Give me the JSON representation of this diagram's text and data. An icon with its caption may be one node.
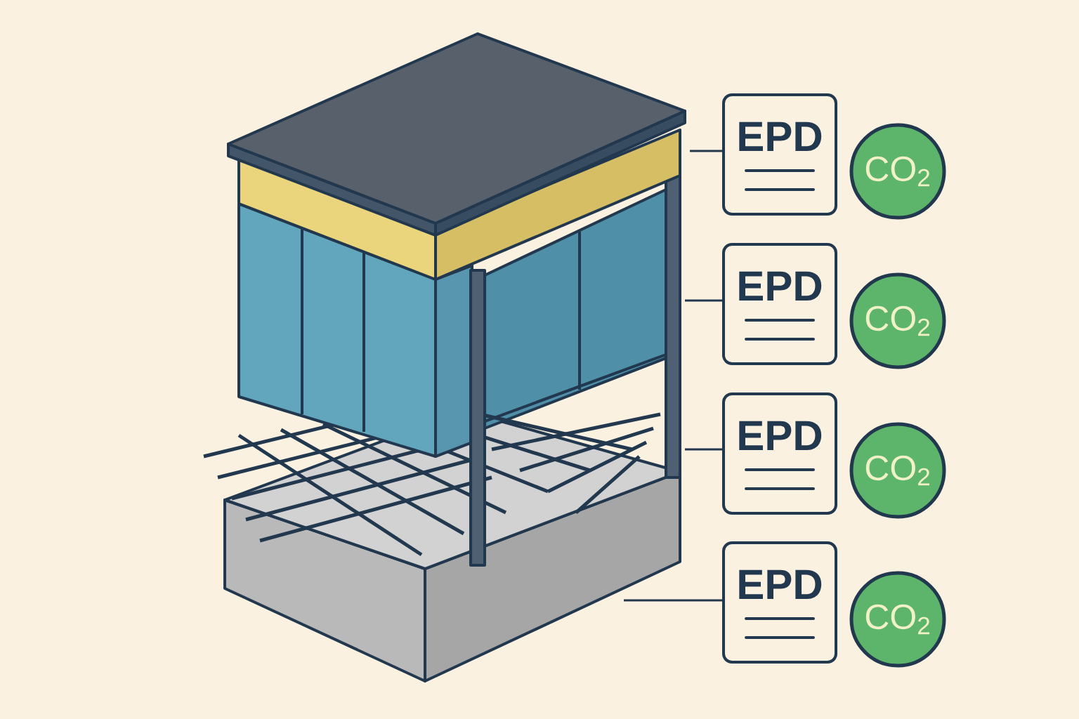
{
  "diagram": {
    "nodes": [
      {
        "text": [
          "EPD"
        ]
      },
      {
        "text": [
          "CO$_{2}$"
        ]
      },
      {
        "text": [
          "EPD"
        ]
      },
      {
        "text": [
          "CO$_{2}$"
        ]
      },
      {
        "text": [
          "EPD"
        ]
      },
      {
        "text": [
          "CO$_{2}$"
        ]
      },
      {
        "text": [
          "EPD"
        ]
      },
      {
        "text": [
          "CO$_{2}$"
        ]
      }
    ],
    "edges": [
      {
        "from": null,
        "to": 0,
        "arrow": "none"
      },
      {
        "from": null,
        "to": 2,
        "arrow": "none"
      },
      {
        "from": null,
        "to": 4,
        "arrow": "none"
      },
      {
        "from": null,
        "to": 6,
        "arrow": "none"
      }
    ]
  }
}
